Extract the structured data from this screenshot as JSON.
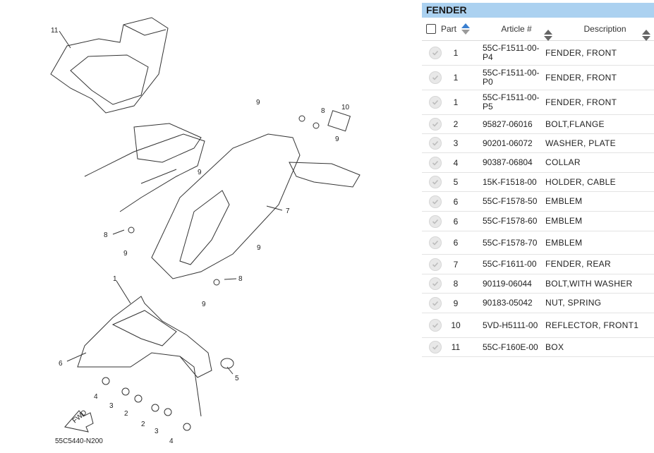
{
  "diagram": {
    "code": "55C5440-N200",
    "fwd_label": "FWD",
    "callouts": [
      "11",
      "9",
      "8",
      "10",
      "9",
      "9",
      "7",
      "8",
      "9",
      "9",
      "8",
      "9",
      "1",
      "6",
      "5",
      "4",
      "3",
      "2",
      "2",
      "3",
      "4"
    ]
  },
  "panel": {
    "title": "FENDER",
    "headers": {
      "part": "Part",
      "article": "Article #",
      "description": "Description"
    },
    "rows": [
      {
        "part": "1",
        "article": "55C-F1511-00-P4",
        "description": "FENDER, FRONT"
      },
      {
        "part": "1",
        "article": "55C-F1511-00-P0",
        "description": "FENDER, FRONT"
      },
      {
        "part": "1",
        "article": "55C-F1511-00-P5",
        "description": "FENDER, FRONT"
      },
      {
        "part": "2",
        "article": "95827-06016",
        "description": "BOLT,FLANGE"
      },
      {
        "part": "3",
        "article": "90201-06072",
        "description": "WASHER, PLATE"
      },
      {
        "part": "4",
        "article": "90387-06804",
        "description": "COLLAR"
      },
      {
        "part": "5",
        "article": "15K-F1518-00",
        "description": "HOLDER, CABLE"
      },
      {
        "part": "6",
        "article": "55C-F1578-50",
        "description": "EMBLEM"
      },
      {
        "part": "6",
        "article": "55C-F1578-60",
        "description": "EMBLEM"
      },
      {
        "part": "6",
        "article": "55C-F1578-70",
        "description": "EMBLEM"
      },
      {
        "part": "7",
        "article": "55C-F1611-00",
        "description": "FENDER, REAR"
      },
      {
        "part": "8",
        "article": "90119-06044",
        "description": "BOLT,WITH WASHER"
      },
      {
        "part": "9",
        "article": "90183-05042",
        "description": "NUT, SPRING"
      },
      {
        "part": "10",
        "article": "5VD-H5111-00",
        "description": "REFLECTOR, FRONT1"
      },
      {
        "part": "11",
        "article": "55C-F160E-00",
        "description": "BOX"
      }
    ]
  }
}
